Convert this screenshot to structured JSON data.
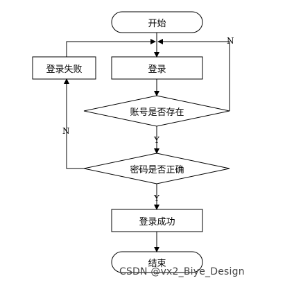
{
  "nodes": {
    "start": "开始",
    "login": "登录",
    "fail": "登录失败",
    "account_check": "账号是否存在",
    "password_check": "密码是否正确",
    "success": "登录成功",
    "end": "结束"
  },
  "edges": {
    "account_no": "N",
    "account_yes": "Y",
    "password_no": "N",
    "password_yes": "Y"
  },
  "watermark": "CSDN @vx2_Biye_Design"
}
